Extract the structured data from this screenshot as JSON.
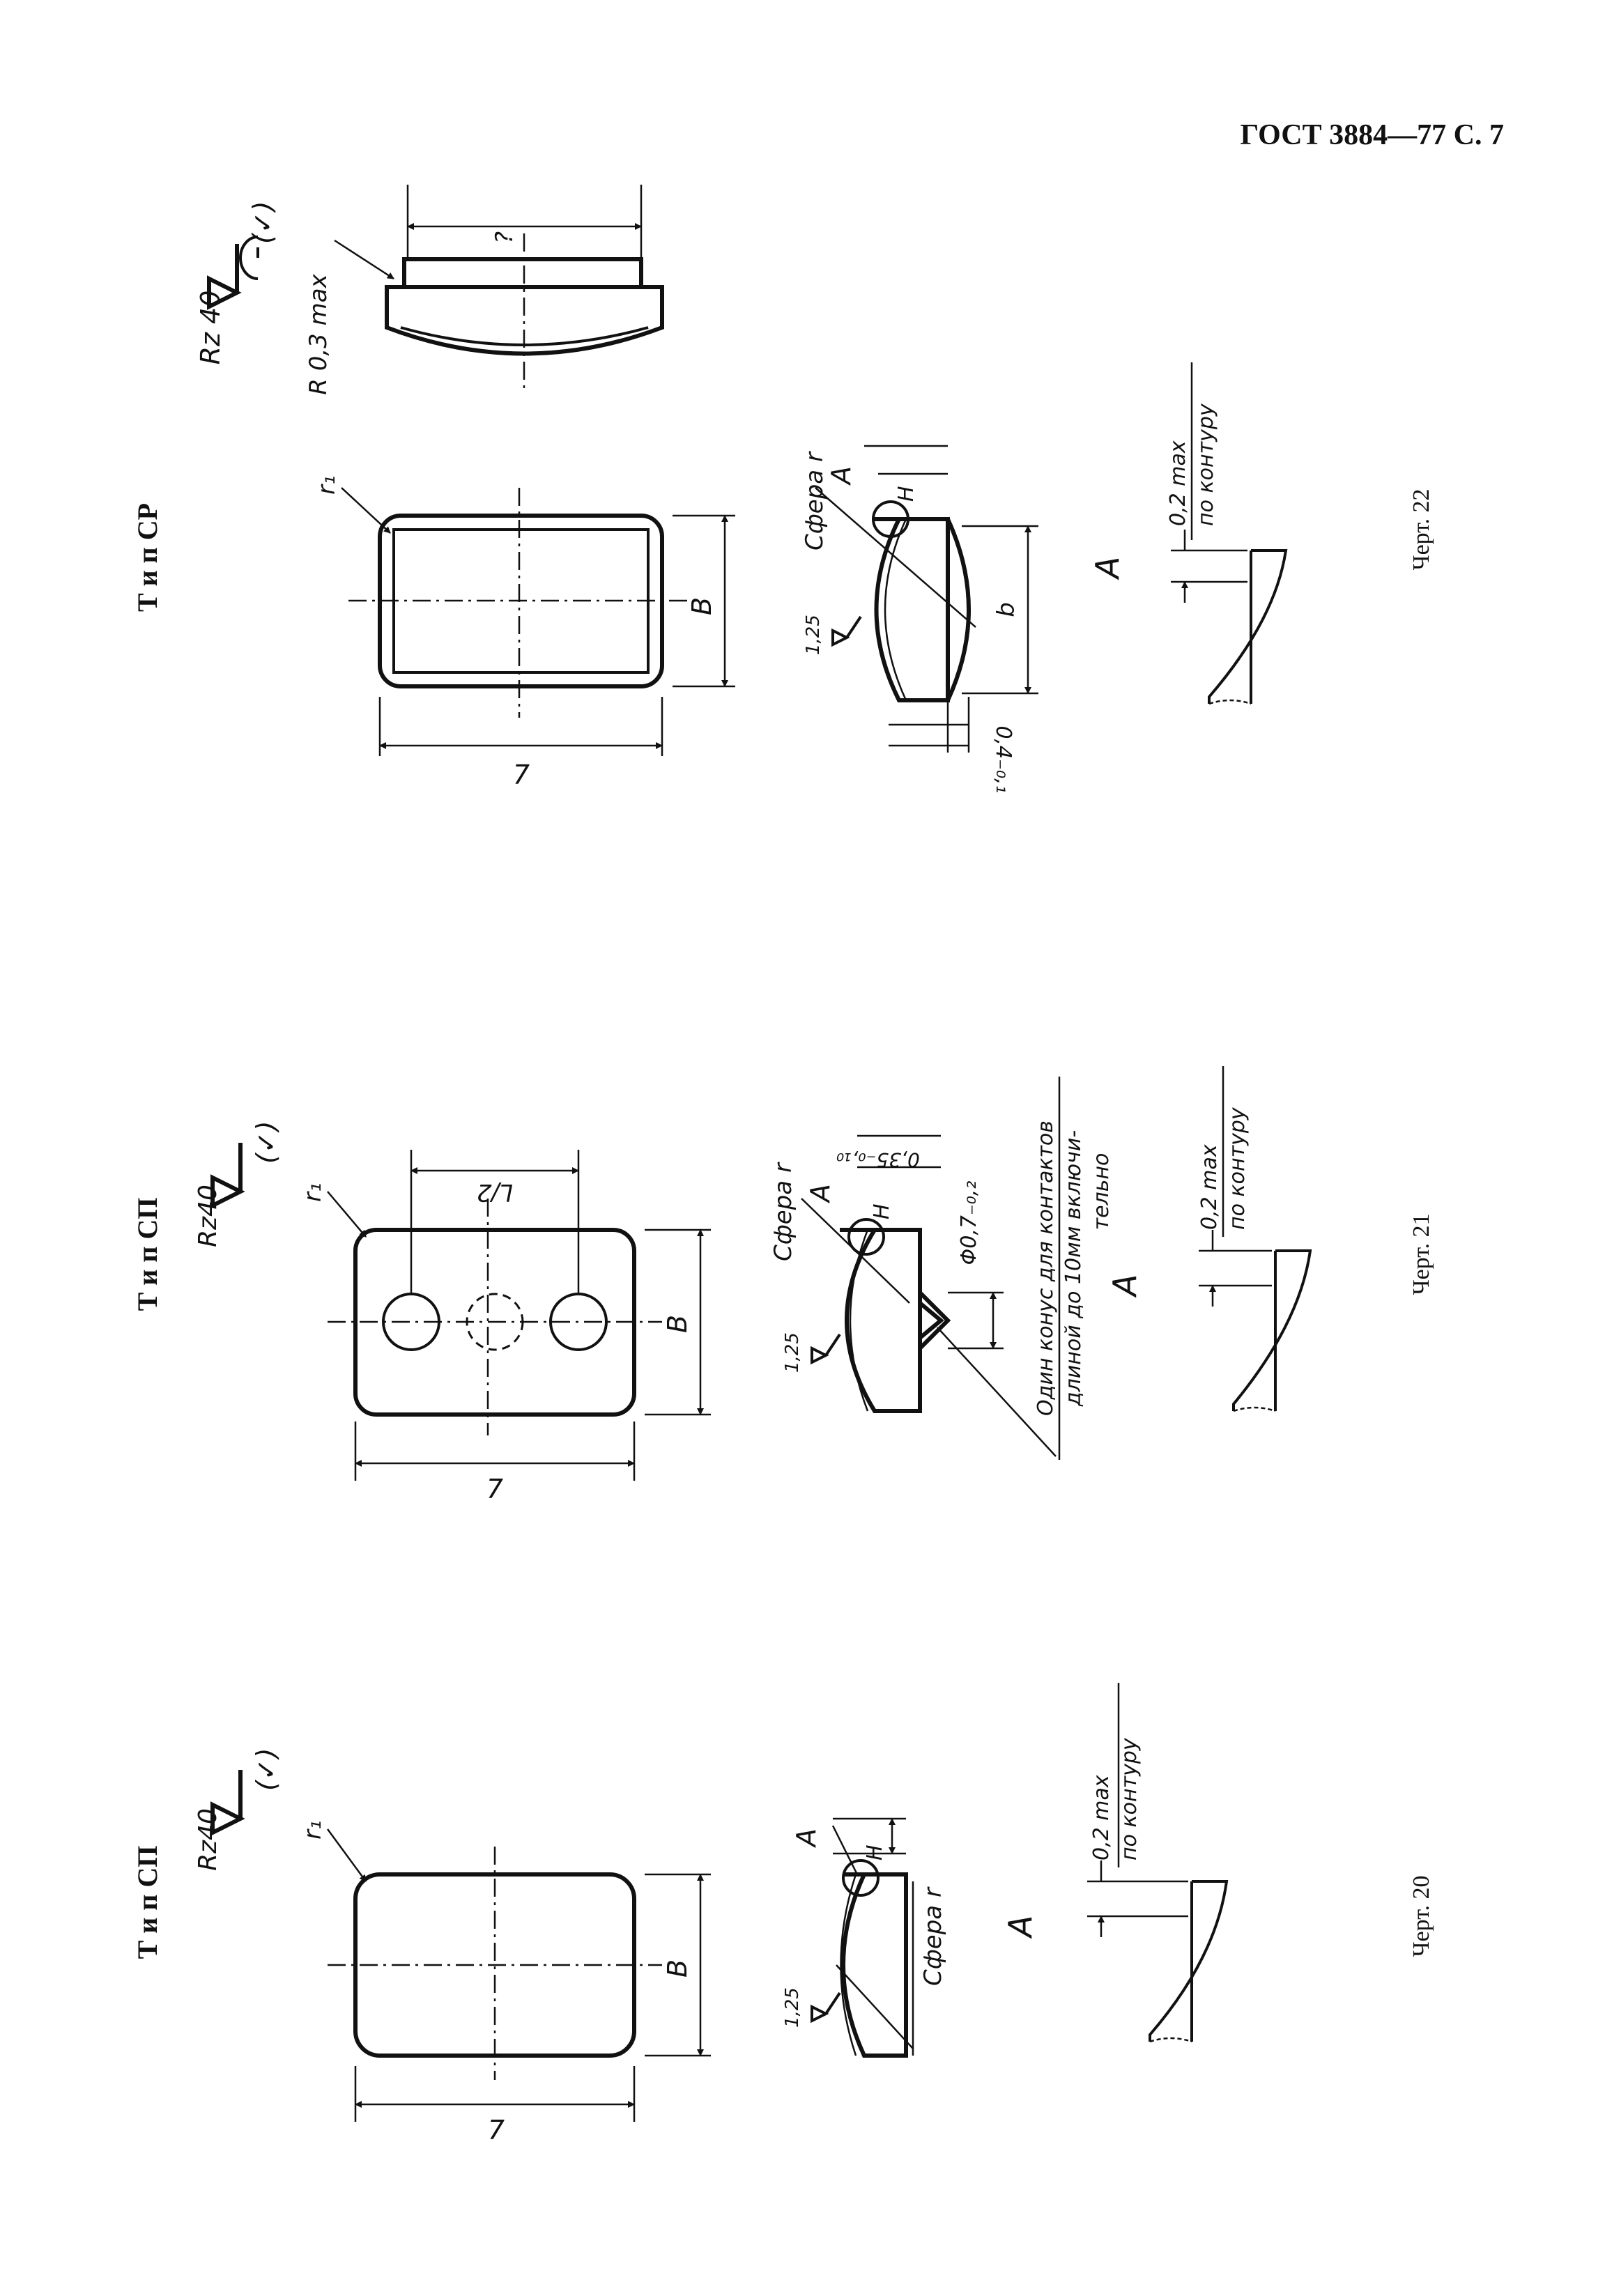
{
  "header": {
    "standard": "ГОСТ 3884—77 С. 7"
  },
  "roughness": {
    "general": "Rz 40",
    "general_compact": "Rz40",
    "local": "1,25"
  },
  "dims": {
    "length": "7",
    "width": "B",
    "radius": "r₁",
    "chord": "b",
    "half_length": "L/2",
    "height": "?",
    "tol_edge": "0,4₋₀,₁",
    "tol_cone": "0,35₋₀,₁₀",
    "cone_dia": "Φ0,7₋₀,₂",
    "corner": "R 0,3 max",
    "detail_tol": "0,2 max",
    "detail_tol_note": "по контуру"
  },
  "labels": {
    "view": "A",
    "node": "H",
    "sphere": "Сфера r"
  },
  "notes": {
    "cone": [
      "Один конус для контактов",
      "длиной до 10мм включи-",
      "тельно"
    ]
  },
  "figures": [
    {
      "type": "Т и п  СР",
      "caption": "Черт. 22"
    },
    {
      "type": "Т и п  СП",
      "caption": "Черт. 21"
    },
    {
      "type": "Т и п  СП",
      "caption": "Черт. 20"
    }
  ]
}
